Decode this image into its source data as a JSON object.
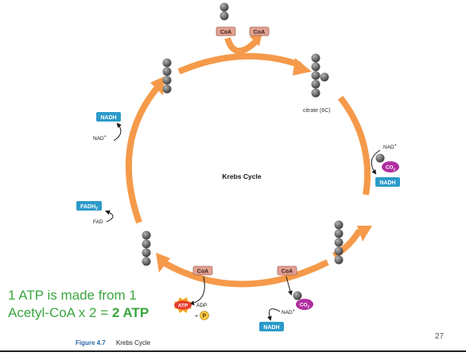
{
  "colors": {
    "arrow": "#f59a4a",
    "carbon": "#6e6e6e",
    "nadh_box": "#2b9ac9",
    "coa_box": "#e2a192",
    "co2_oval": "#b02fa0",
    "atp_star": "#f6a623",
    "note_text": "#3aa63e"
  },
  "labels": {
    "coa": "CoA",
    "nadh": "NADH",
    "fadh2": "FADH",
    "fadh2_sub": "2",
    "nad_plus": "NAD",
    "plus_sign": "+",
    "fad": "FAD",
    "co2": "CO",
    "co2_sub": "2",
    "atp": "ATP",
    "adp": "ADP",
    "phosphate": "P",
    "citrate": "citrate (6C)",
    "cycle_title": "Krebs Cycle"
  },
  "caption": {
    "figure_label": "Figure 4.7",
    "figure_title": "Krebs Cycle"
  },
  "note": {
    "line1": "1 ATP is made from 1",
    "line2_prefix": "Acetyl-CoA x 2 = ",
    "line2_bold": "2 ATP"
  },
  "page_number": "27"
}
